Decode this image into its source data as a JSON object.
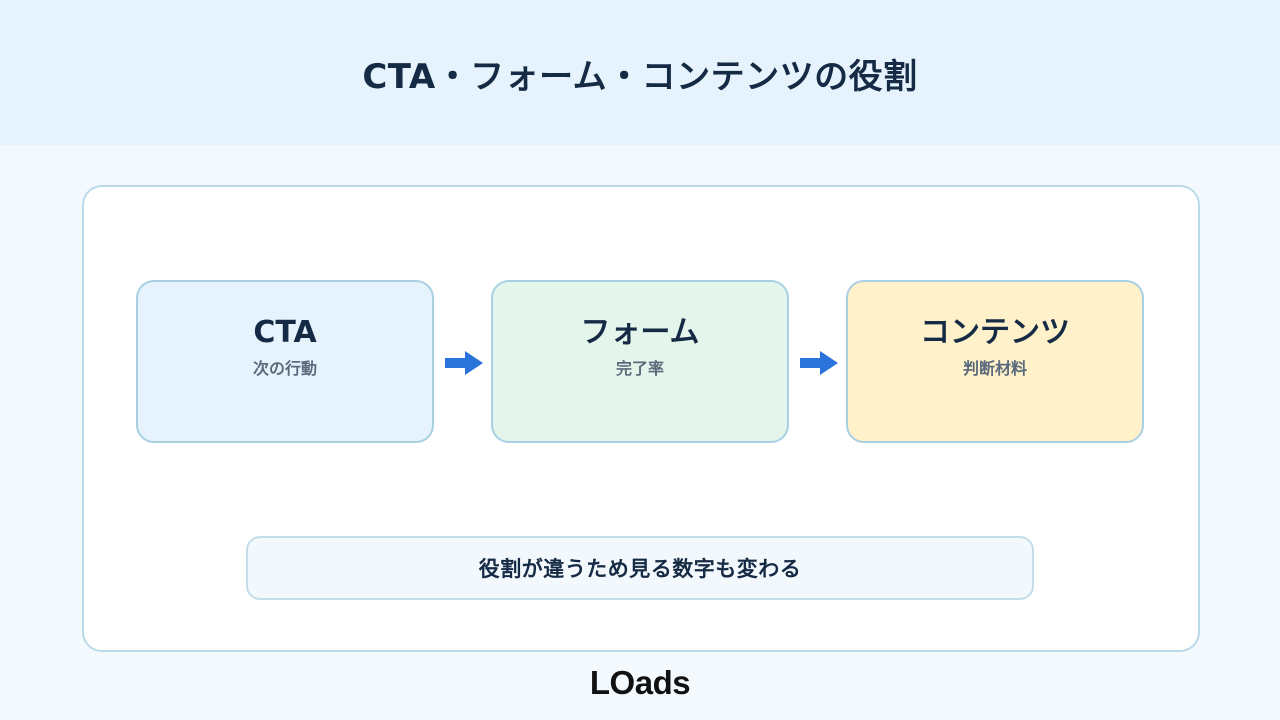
{
  "header": {
    "title": "CTA・フォーム・コンテンツの役割"
  },
  "flow": {
    "steps": [
      {
        "title": "CTA",
        "subtitle": "次の行動",
        "color": "#e6f3fd"
      },
      {
        "title": "フォーム",
        "subtitle": "完了率",
        "color": "#e4f6eb"
      },
      {
        "title": "コンテンツ",
        "subtitle": "判断材料",
        "color": "#fff1ca"
      }
    ],
    "arrow_color": "#2a73db",
    "arrow_icon": "arrow-right-icon"
  },
  "note": {
    "text": "役割が違うため見る数字も変わる"
  },
  "brand": {
    "logo": "LOads"
  }
}
